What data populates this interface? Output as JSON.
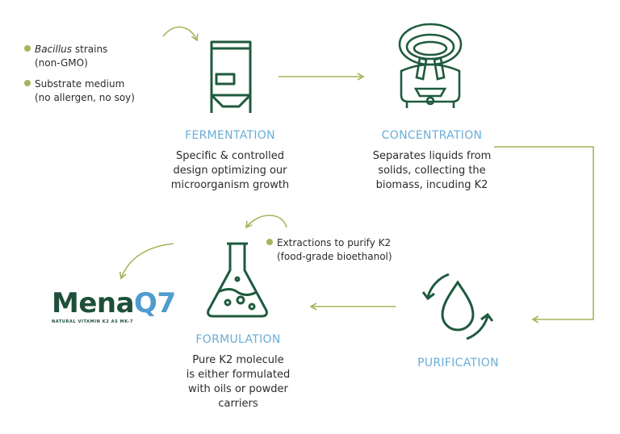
{
  "inputs": [
    {
      "label_italic": "Bacillus",
      "label_rest": " strains",
      "sub": "(non-GMO)"
    },
    {
      "label_italic": "",
      "label_rest": "Substrate medium",
      "sub": "(no allergen, no soy)"
    }
  ],
  "steps": [
    {
      "title": "FERMENTATION",
      "desc": [
        "Specific & controlled",
        "design optimizing our",
        "microorganism growth"
      ]
    },
    {
      "title": "CONCENTRATION",
      "desc": [
        "Separates liquids from",
        "solids, collecting the",
        "biomass, incuding K2"
      ]
    },
    {
      "title": "PURIFICATION",
      "desc": []
    },
    {
      "title": "FORMULATION",
      "desc": [
        "Pure K2 molecule",
        "is either formulated",
        "with oils or powder",
        "carriers"
      ]
    }
  ],
  "extraction_note": {
    "line1": "Extractions to purify K2",
    "line2": "(food-grade bioethanol)"
  },
  "logo": {
    "name_a": "Mena",
    "name_b": "Q7",
    "tagline": "NATURAL VITAMIN K2 AS MK-7"
  },
  "colors": {
    "icon": "#1f5a3e",
    "title": "#6aaed6",
    "arrow": "#a3b55a"
  }
}
